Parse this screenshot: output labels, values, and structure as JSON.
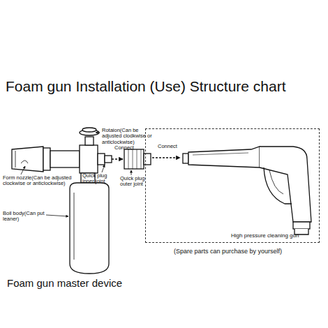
{
  "diagram": {
    "title": "Foam gun Installation (Use) Structure chart",
    "caption": "Foam gun master device",
    "nodes": [
      {
        "text": [
          "High pressure cleaning gun",
          "(Spare parts can purchase by yourself)"
        ]
      }
    ],
    "labels": [
      "Rotaion(Can be adjusted clodkwise or anticlockwise)",
      "Connect",
      "Connect",
      "Form nozzle(Can be adjusted clockwise or anticlockwise)",
      "Quick plug inner joint",
      "Quick plug outer joint",
      "Boil body(Can put leaner)"
    ]
  }
}
